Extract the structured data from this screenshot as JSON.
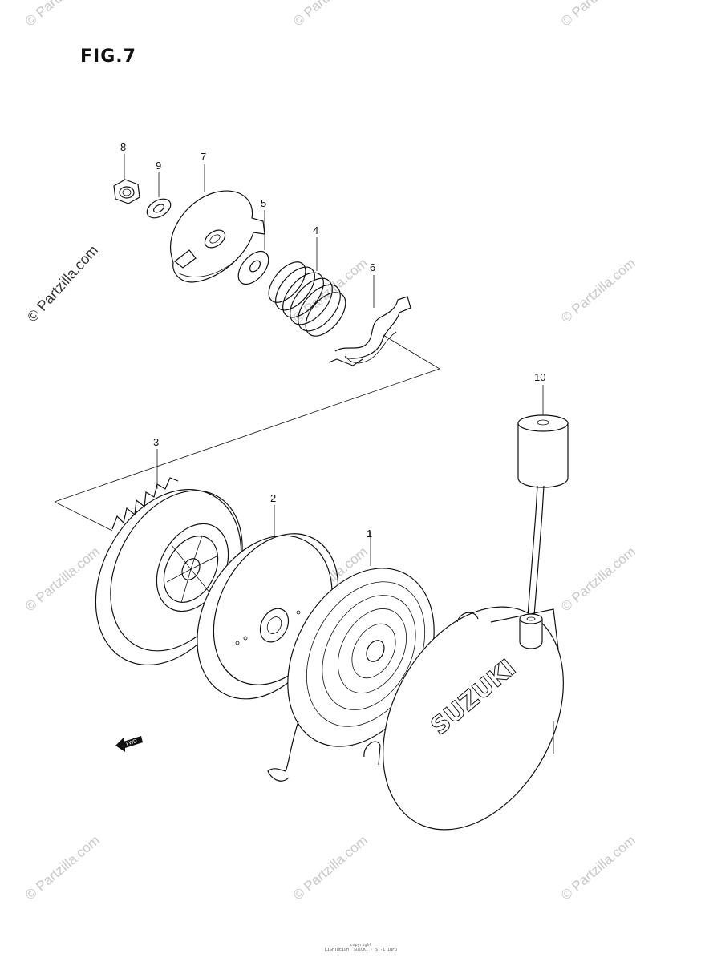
{
  "figure": {
    "title": "FIG.7"
  },
  "callouts": [
    {
      "id": "1",
      "label": "1"
    },
    {
      "id": "2",
      "label": "2"
    },
    {
      "id": "3",
      "label": "3"
    },
    {
      "id": "4",
      "label": "4"
    },
    {
      "id": "5",
      "label": "5"
    },
    {
      "id": "6",
      "label": "6"
    },
    {
      "id": "7",
      "label": "7"
    },
    {
      "id": "8",
      "label": "8"
    },
    {
      "id": "9",
      "label": "9"
    },
    {
      "id": "10",
      "label": "10"
    }
  ],
  "cover_logo": "SUZUKI",
  "fwd_label": "FWD",
  "watermark": "© Partzilla.com",
  "footer_text": [
    "copyright",
    "LIGHTWEIGHT SUZUKI · ST-1 INFO"
  ]
}
